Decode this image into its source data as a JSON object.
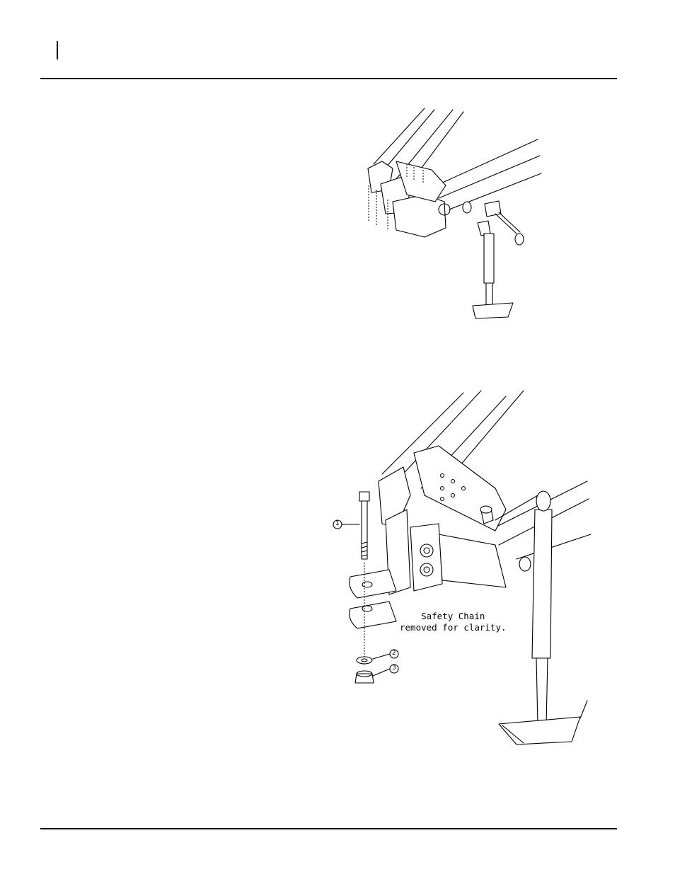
{
  "figure_bottom": {
    "note_line1": "Safety Chain",
    "note_line2": "removed for clarity.",
    "callouts": [
      "1",
      "2",
      "3"
    ]
  }
}
